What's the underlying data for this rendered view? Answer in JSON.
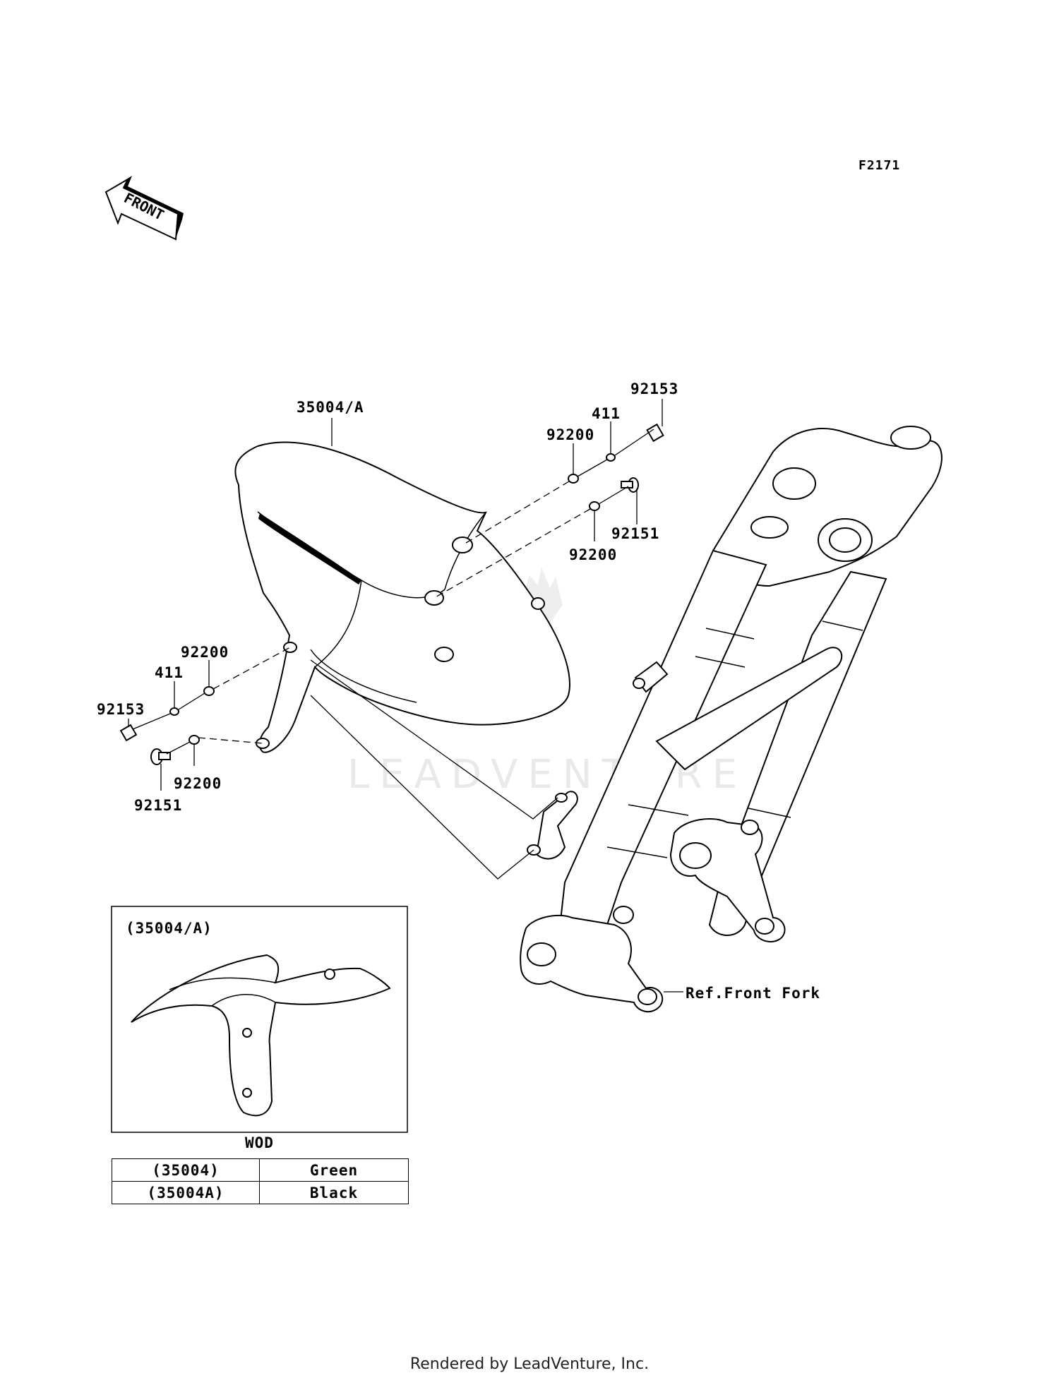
{
  "diagram_code": "F2171",
  "front_indicator": "FRONT",
  "labels": {
    "fender": "35004/A",
    "bolt_top_right": "92153",
    "collar_top_right": "411",
    "washer_top_right": "92200",
    "screw_right": "92151",
    "washer_right_lower": "92200",
    "washer_left_upper": "92200",
    "collar_left": "411",
    "bolt_left": "92153",
    "washer_left_lower": "92200",
    "screw_left": "92151",
    "ref_front_fork": "Ref.Front Fork"
  },
  "inset": {
    "title": "(35004/A)",
    "caption": "WOD"
  },
  "color_table": [
    {
      "part": "(35004)",
      "color": "Green"
    },
    {
      "part": "(35004A)",
      "color": "Black"
    }
  ],
  "watermark": "LEADVENTURE",
  "footer": "Rendered by LeadVenture, Inc."
}
